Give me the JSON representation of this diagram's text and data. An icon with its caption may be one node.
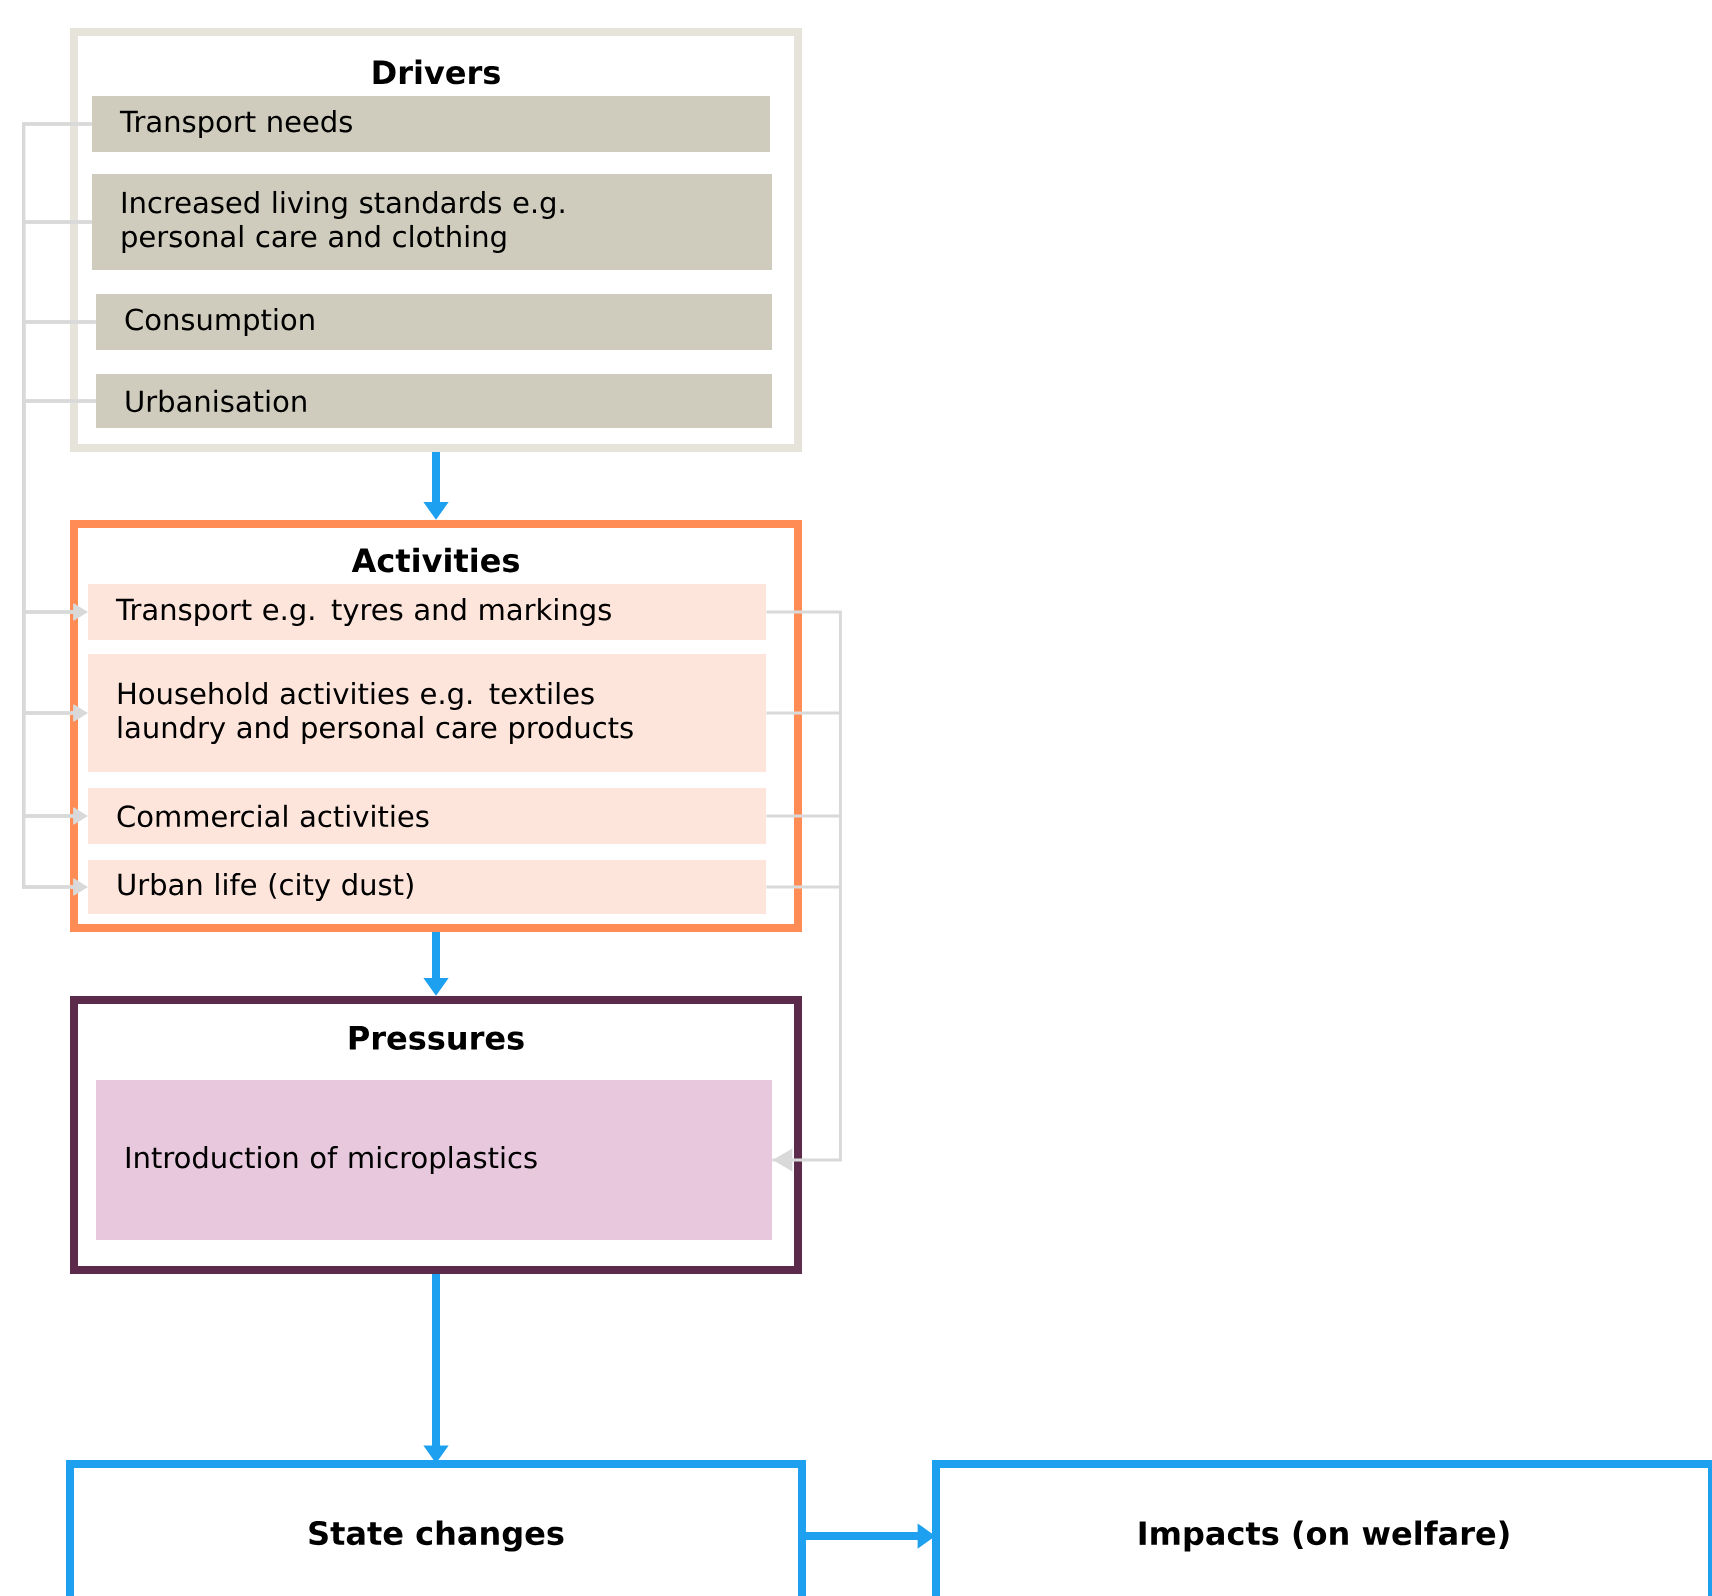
{
  "diagram": {
    "nodes": [
      {
        "text": [
          "Drivers"
        ]
      },
      {
        "text": [
          "Transport needs"
        ],
        "in": 0
      },
      {
        "text": [
          "Increased living standards e.g. personal care and clothing"
        ],
        "in": 0
      },
      {
        "text": [
          "Consumption"
        ],
        "in": 0
      },
      {
        "text": [
          "Urbanisation"
        ],
        "in": 0
      },
      {
        "text": [
          "Activities"
        ]
      },
      {
        "text": [
          "Transport e.g. tyres and markings"
        ],
        "in": 5
      },
      {
        "text": [
          "Household activities e.g. textiles laundry and personal care products"
        ],
        "in": 5
      },
      {
        "text": [
          "Commercial activities"
        ],
        "in": 5
      },
      {
        "text": [
          "Urban life (city dust)"
        ],
        "in": 5
      },
      {
        "text": [
          "Pressures"
        ]
      },
      {
        "text": [
          "Introduction of microplastics"
        ],
        "in": 10
      },
      {
        "text": [
          "State changes"
        ]
      },
      {
        "text": [
          "Impacts (on welfare)"
        ]
      }
    ],
    "edges": [
      {
        "from": 0,
        "to": 5,
        "arrow": "to",
        "style": "thick",
        "color": "#1ea0f0"
      },
      {
        "from": 5,
        "to": 10,
        "arrow": "to",
        "style": "thick",
        "color": "#1ea0f0"
      },
      {
        "from": 10,
        "to": 12,
        "arrow": "to",
        "style": "thick",
        "color": "#1ea0f0"
      },
      {
        "from": 12,
        "to": 13,
        "arrow": "to",
        "style": "thick",
        "color": "#1ea0f0"
      },
      {
        "from": 1,
        "to": 6,
        "arrow": "to",
        "color": "#d9d9d9"
      },
      {
        "from": 1,
        "to": 7,
        "arrow": "to",
        "color": "#d9d9d9"
      },
      {
        "from": 1,
        "to": 8,
        "arrow": "to",
        "color": "#d9d9d9"
      },
      {
        "from": 1,
        "to": 9,
        "arrow": "to",
        "color": "#d9d9d9"
      },
      {
        "from": 2,
        "to": 6,
        "arrow": "to",
        "color": "#d9d9d9"
      },
      {
        "from": 2,
        "to": 7,
        "arrow": "to",
        "color": "#d9d9d9"
      },
      {
        "from": 2,
        "to": 8,
        "arrow": "to",
        "color": "#d9d9d9"
      },
      {
        "from": 2,
        "to": 9,
        "arrow": "to",
        "color": "#d9d9d9"
      },
      {
        "from": 3,
        "to": 6,
        "arrow": "to",
        "color": "#d9d9d9"
      },
      {
        "from": 3,
        "to": 7,
        "arrow": "to",
        "color": "#d9d9d9"
      },
      {
        "from": 3,
        "to": 8,
        "arrow": "to",
        "color": "#d9d9d9"
      },
      {
        "from": 3,
        "to": 9,
        "arrow": "to",
        "color": "#d9d9d9"
      },
      {
        "from": 4,
        "to": 6,
        "arrow": "to",
        "color": "#d9d9d9"
      },
      {
        "from": 4,
        "to": 7,
        "arrow": "to",
        "color": "#d9d9d9"
      },
      {
        "from": 4,
        "to": 8,
        "arrow": "to",
        "color": "#d9d9d9"
      },
      {
        "from": 4,
        "to": 9,
        "arrow": "to",
        "color": "#d9d9d9"
      },
      {
        "from": 6,
        "to": 11,
        "arrow": "to",
        "color": "#d9d9d9"
      },
      {
        "from": 7,
        "to": 11,
        "arrow": "to",
        "color": "#d9d9d9"
      },
      {
        "from": 8,
        "to": 11,
        "arrow": "to",
        "color": "#d9d9d9"
      },
      {
        "from": 9,
        "to": 11,
        "arrow": "to",
        "color": "#d9d9d9"
      }
    ]
  }
}
